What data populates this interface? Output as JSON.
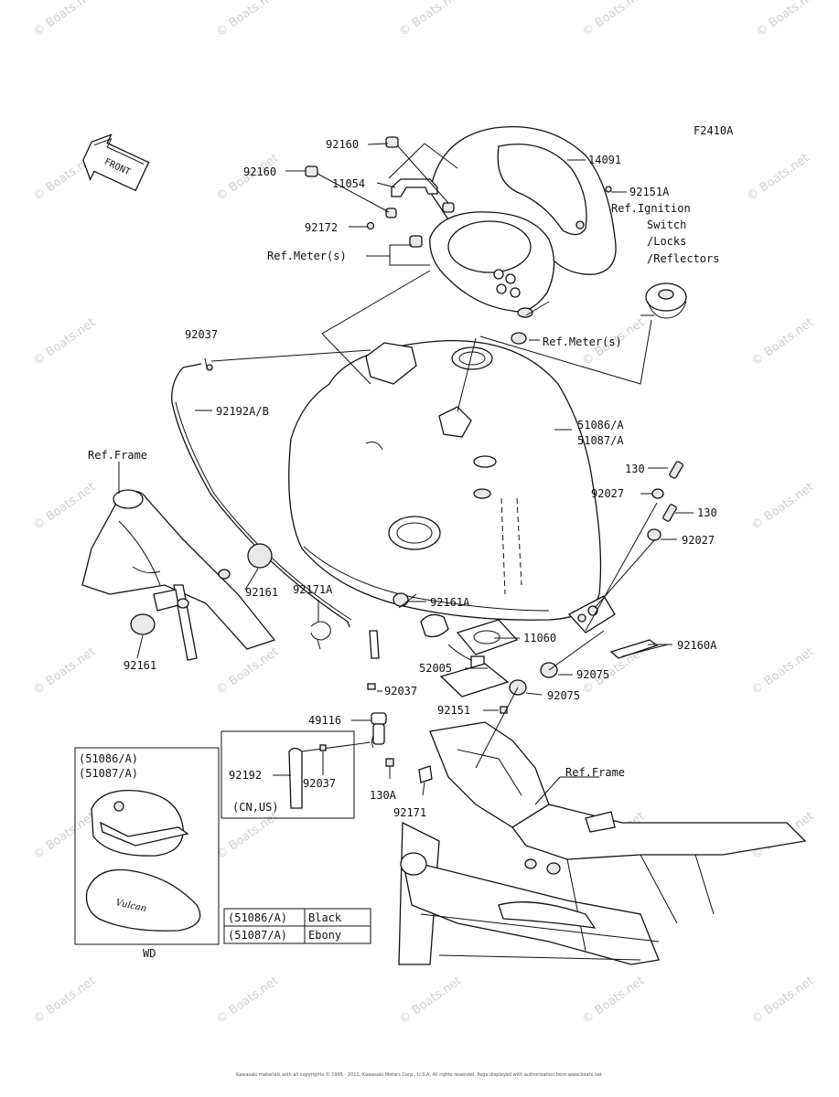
{
  "figure_code": "F2410A",
  "front_label": "FRONT",
  "watermark_text": "© Boats.net",
  "part_labels": {
    "p92160_top": "92160",
    "p92160_left": "92160",
    "p14091": "14091",
    "p11054": "11054",
    "p92151A": "92151A",
    "p92172": "92172",
    "ref_meter_1": "Ref.Meter(s)",
    "ref_ignition": [
      "Ref.Ignition",
      "Switch",
      "/Locks",
      "/Reflectors"
    ],
    "ref_meter_2": "Ref.Meter(s)",
    "p92037_top": "92037",
    "p92192AB": "92192A/B",
    "p51086A": "51086/A",
    "p51087A": "51087/A",
    "ref_frame_1": "Ref.Frame",
    "p130_a": "130",
    "p92027_a": "92027",
    "p130_b": "130",
    "p92027_b": "92027",
    "p92161_a": "92161",
    "p92171A": "92171A",
    "p92161A": "92161A",
    "p92161_b": "92161",
    "p11060": "11060",
    "p92160A": "92160A",
    "p52005": "52005",
    "p92075_a": "92075",
    "p92075_b": "92075",
    "p92037_mid": "92037",
    "p92151": "92151",
    "p49116": "49116",
    "ref_frame_2": "Ref.Frame",
    "p92192": "92192",
    "p92037_box": "92037",
    "p130A": "130A",
    "p92171": "92171",
    "box_cn_us": "(CN,US)"
  },
  "inset": {
    "codes": [
      "(51086/A)",
      "(51087/A)"
    ],
    "caption": "WD",
    "badge_text": "Vulcan"
  },
  "color_table": [
    {
      "code": "(51086/A)",
      "color": "Black"
    },
    {
      "code": "(51087/A)",
      "color": "Ebony"
    }
  ],
  "footer": "Kawasaki materials with all copyrights © 1995 - 2011, Kawasaki Motors Corp., U.S.A. All rights reserved. Page displayed with authorization from www.boats.net"
}
